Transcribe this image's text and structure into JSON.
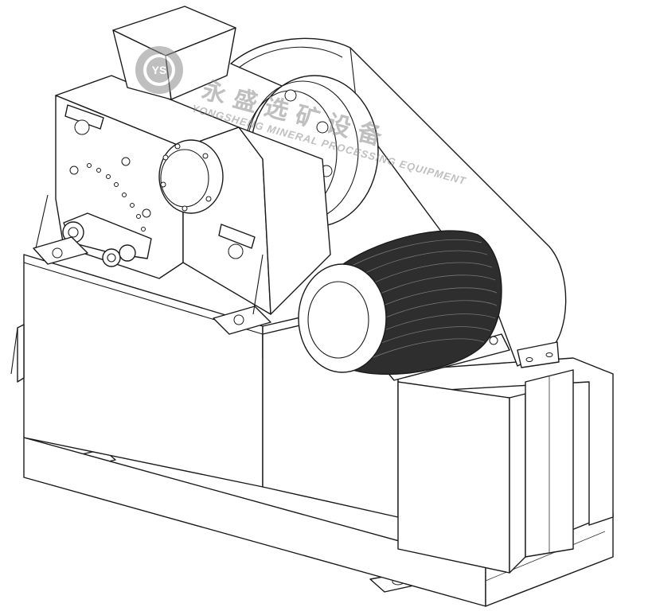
{
  "watermark": {
    "logo_text": "YS",
    "chinese_text": "永 盛 选 矿 设 备",
    "english_text": "YONGSHENG MINERAL PROCESSING EQUIPMENT",
    "color": "#8c8c8c"
  },
  "drawing": {
    "style": "black line drawing on white",
    "line_color": "#1a1a1a",
    "background": "#ffffff"
  }
}
